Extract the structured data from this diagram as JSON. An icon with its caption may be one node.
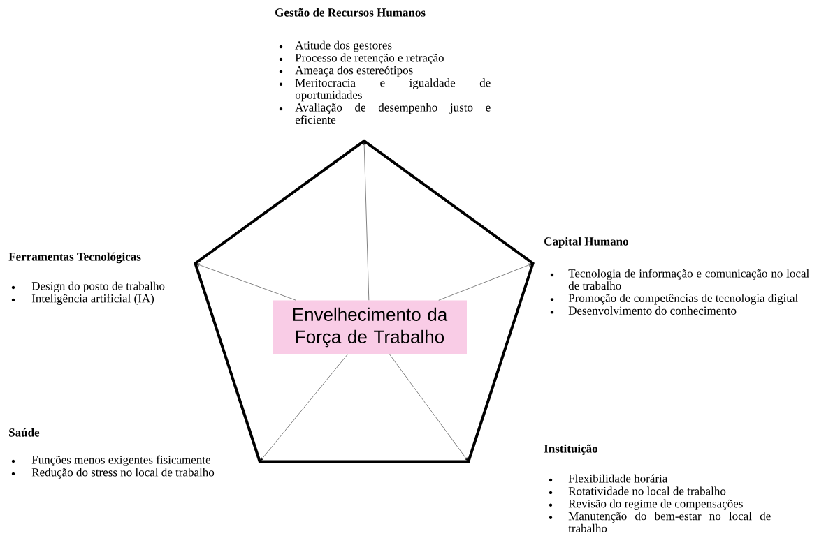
{
  "diagram": {
    "nodes": [
      {
        "text": [],
        "shape": "pentagon"
      },
      {
        "text": [
          "Envelhecimento da Força de Trabalho"
        ],
        "in": 0
      }
    ],
    "edges": [
      {
        "from": 1,
        "to": 0,
        "arrow": "to"
      },
      {
        "from": 1,
        "to": 0,
        "arrow": "to"
      },
      {
        "from": 1,
        "to": 0,
        "arrow": "to"
      },
      {
        "from": 1,
        "to": 0,
        "arrow": "to"
      },
      {
        "from": 1,
        "to": 0,
        "arrow": "to"
      }
    ],
    "labels": [
      "Gestão de Recursos Humanos",
      "Atitude dos gestores",
      "Processo de retenção e retração",
      "Ameaça dos estereótipos",
      "Meritocracia e igualdade de oportunidades",
      "Avaliação de desempenho justo e eficiente",
      "Capital Humano",
      "Tecnologia de informação e comunicação no local de trabalho",
      "Promoção de competências de tecnologia digital",
      "Desenvolvimento do conhecimento",
      "Ferramentas Tecnológicas",
      "Design do posto de trabalho",
      "Inteligência artificial (IA)",
      "Saúde",
      "Funções menos exigentes fisicamente",
      "Redução do stress no local de trabalho",
      "Instituição",
      "Flexibilidade horária",
      "Rotatividade no local de trabalho",
      "Revisão do regime de compensações",
      "Manutenção do bem-estar no local de trabalho"
    ]
  }
}
